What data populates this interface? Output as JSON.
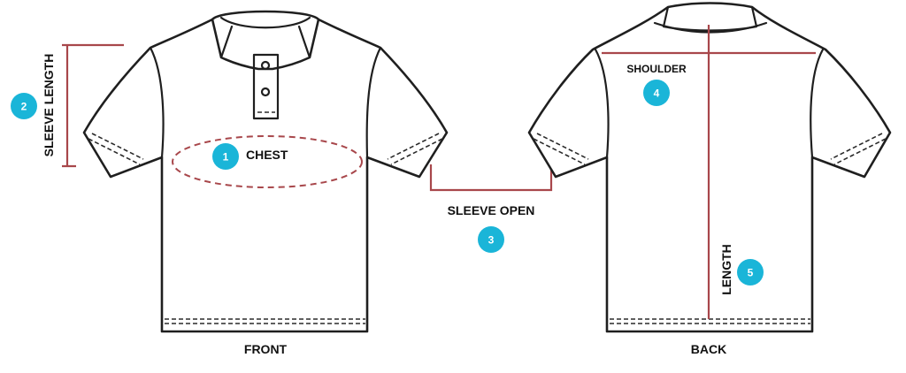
{
  "colors": {
    "measure": "#a8474b",
    "badge": "#1ab5d8",
    "outline": "#1f1f1f"
  },
  "labels": {
    "chest": "CHEST",
    "sleeve_length": "SLEEVE LENGTH",
    "sleeve_open": "SLEEVE OPEN",
    "shoulder": "SHOULDER",
    "length": "LENGTH",
    "front": "FRONT",
    "back": "BACK"
  },
  "badges": {
    "chest": "1",
    "sleeve_length": "2",
    "sleeve_open": "3",
    "shoulder": "4",
    "length": "5"
  }
}
